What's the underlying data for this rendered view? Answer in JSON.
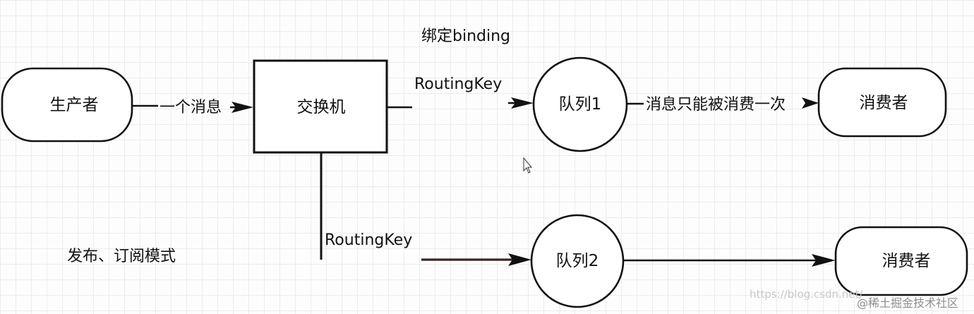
{
  "title": "发布、订阅模式",
  "nodes": {
    "producer": "生产者",
    "exchange": "交换机",
    "queue1": "队列1",
    "queue2": "队列2",
    "consumer1": "消费者",
    "consumer2": "消费者"
  },
  "edges": {
    "producer_to_exchange": "一个消息",
    "binding": "绑定binding",
    "routing_key_1": "RoutingKey",
    "routing_key_2": "RoutingKey",
    "queue1_to_consumer": "消息只能被消费一次"
  },
  "watermark": {
    "source": "https://blog.csdn.net/",
    "brand": "@稀土掘金技术社区"
  },
  "colors": {
    "stroke": "#111111",
    "grid": "#ececec",
    "background": "#fdfdfd"
  }
}
